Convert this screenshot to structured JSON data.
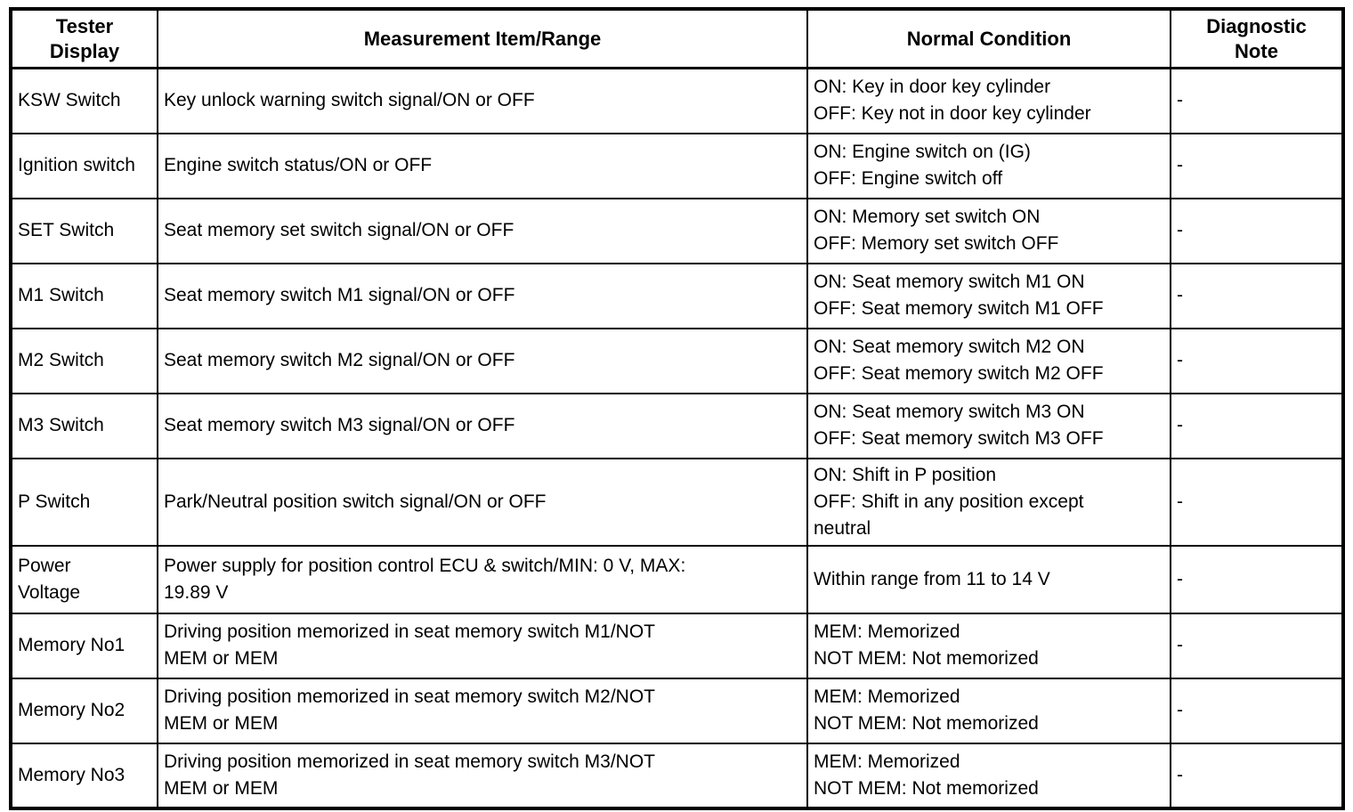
{
  "table": {
    "headers": {
      "tester": "Tester\nDisplay",
      "measurement": "Measurement Item/Range",
      "condition": "Normal Condition",
      "note": "Diagnostic\nNote"
    },
    "rows": [
      {
        "tester": "KSW Switch",
        "measurement": "Key unlock warning switch signal/ON or OFF",
        "condition": "ON: Key in door key cylinder\nOFF: Key not in door key cylinder",
        "note": "-"
      },
      {
        "tester": "Ignition switch",
        "measurement": "Engine switch status/ON or OFF",
        "condition": "ON: Engine switch on (IG)\nOFF: Engine switch off",
        "note": "-"
      },
      {
        "tester": "SET Switch",
        "measurement": "Seat memory set switch signal/ON or OFF",
        "condition": "ON: Memory set switch ON\nOFF: Memory set switch OFF",
        "note": "-"
      },
      {
        "tester": "M1 Switch",
        "measurement": "Seat memory switch M1 signal/ON or OFF",
        "condition": "ON: Seat memory switch M1 ON\nOFF: Seat memory switch M1 OFF",
        "note": "-"
      },
      {
        "tester": "M2 Switch",
        "measurement": "Seat memory switch M2 signal/ON or OFF",
        "condition": "ON: Seat memory switch M2 ON\nOFF: Seat memory switch M2 OFF",
        "note": "-"
      },
      {
        "tester": "M3 Switch",
        "measurement": "Seat memory switch M3 signal/ON or OFF",
        "condition": "ON: Seat memory switch M3 ON\nOFF: Seat memory switch M3 OFF",
        "note": "-"
      },
      {
        "tester": "P Switch",
        "measurement": "Park/Neutral position switch signal/ON or OFF",
        "condition": "ON: Shift in P position\nOFF: Shift in any position except\nneutral",
        "note": "-"
      },
      {
        "tester": "Power\nVoltage",
        "measurement": "Power supply for position control ECU & switch/MIN: 0 V, MAX:\n19.89 V",
        "condition": "Within range from 11 to 14 V",
        "note": "-"
      },
      {
        "tester": "Memory No1",
        "measurement": "Driving position memorized in seat memory switch M1/NOT\nMEM or MEM",
        "condition": "MEM: Memorized\nNOT MEM: Not memorized",
        "note": "-"
      },
      {
        "tester": "Memory No2",
        "measurement": "Driving position memorized in seat memory switch M2/NOT\nMEM or MEM",
        "condition": "MEM: Memorized\nNOT MEM: Not memorized",
        "note": "-"
      },
      {
        "tester": "Memory No3",
        "measurement": "Driving position memorized in seat memory switch M3/NOT\nMEM or MEM",
        "condition": "MEM: Memorized\nNOT MEM: Not memorized",
        "note": "-"
      }
    ]
  }
}
